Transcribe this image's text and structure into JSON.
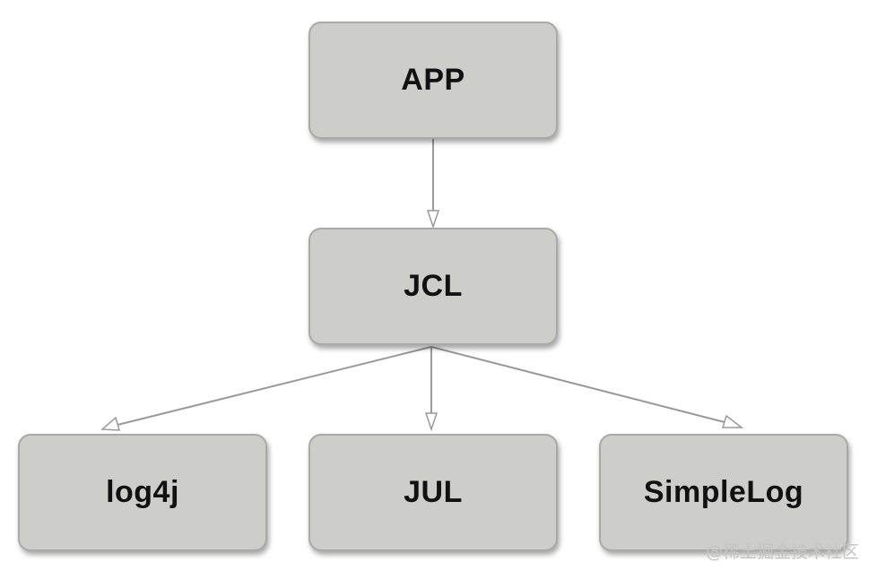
{
  "diagram": {
    "nodes": [
      {
        "id": "app",
        "label": "APP"
      },
      {
        "id": "jcl",
        "label": "JCL"
      },
      {
        "id": "log4j",
        "label": "log4j"
      },
      {
        "id": "jul",
        "label": "JUL"
      },
      {
        "id": "simplelog",
        "label": "SimpleLog"
      }
    ],
    "edges": [
      {
        "from": "app",
        "to": "jcl"
      },
      {
        "from": "jcl",
        "to": "log4j"
      },
      {
        "from": "jcl",
        "to": "jul"
      },
      {
        "from": "jcl",
        "to": "simplelog"
      }
    ],
    "colors": {
      "node_fill": "#cdcdca",
      "node_border": "#a9a9a6",
      "edge": "#9a9a9a",
      "text": "#111111"
    }
  },
  "watermark": "@稀土掘金技术社区"
}
